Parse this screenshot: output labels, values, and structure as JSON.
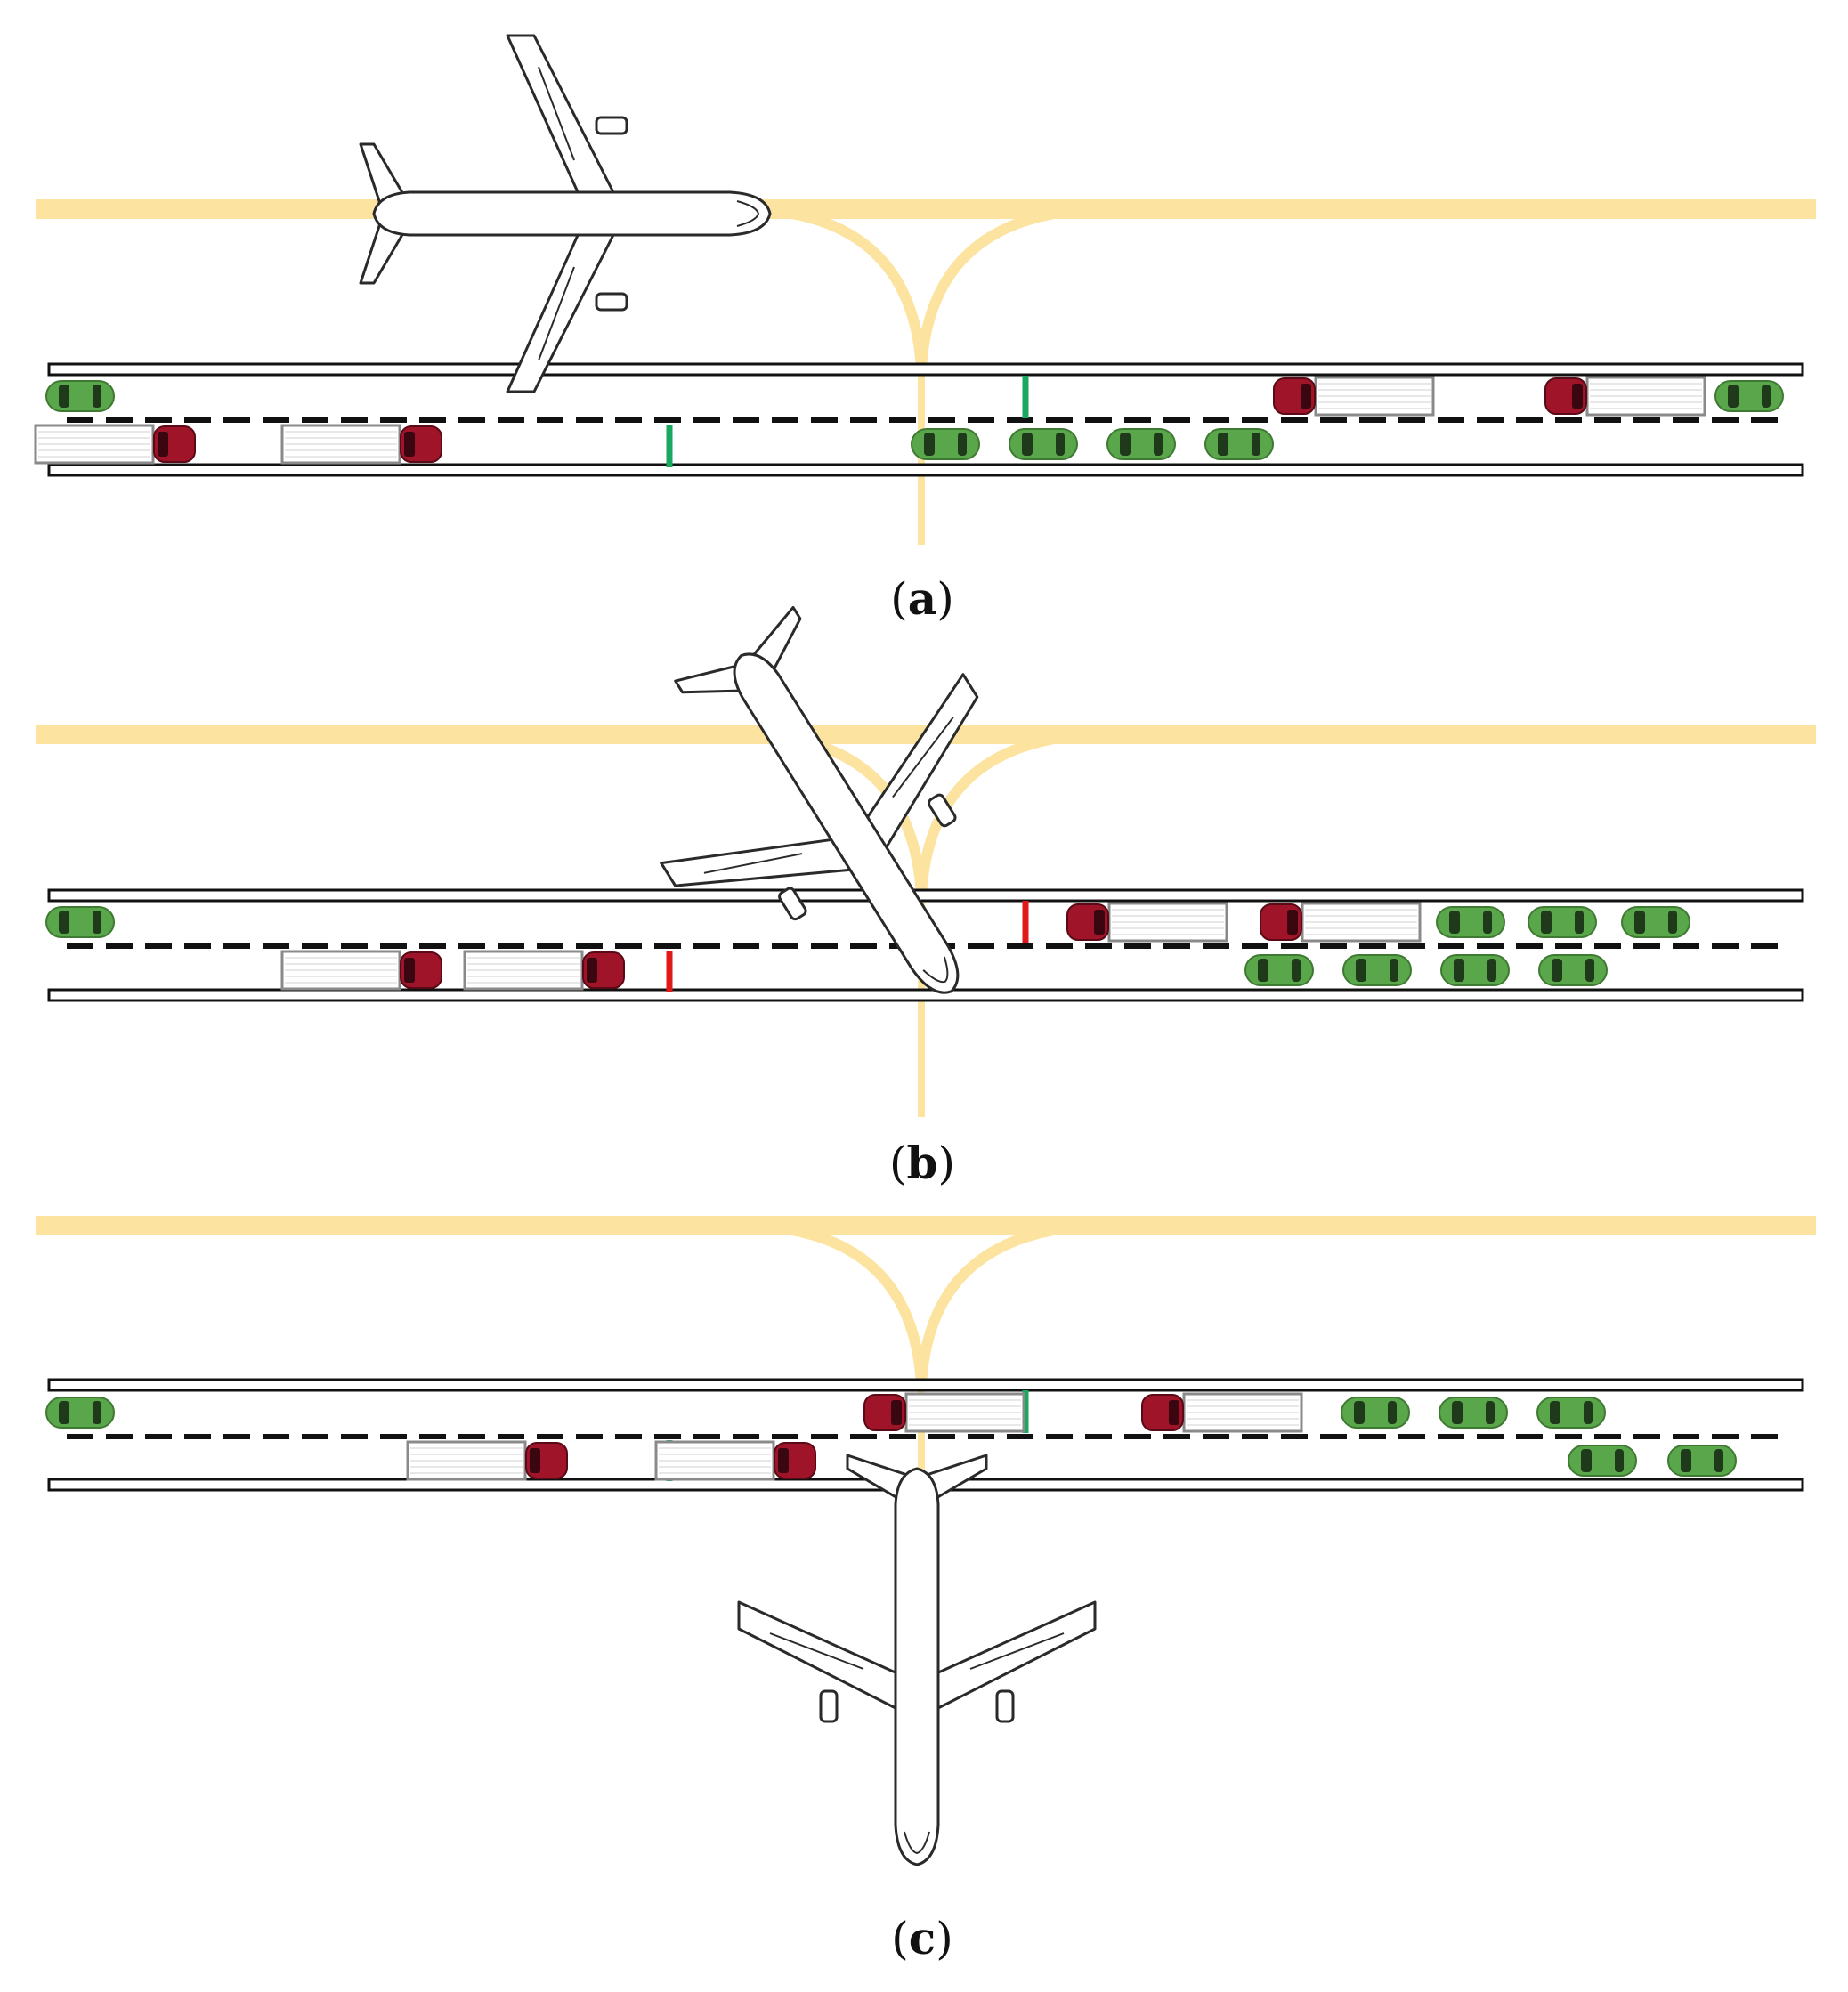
{
  "colors": {
    "taxiway": "#fce4a0",
    "road_edge": "#111111",
    "lane_divider": "#111111",
    "car_body": "#5aa64a",
    "car_window": "#1e3a1a",
    "truck_cab": "#a0142a",
    "truck_box": "#ffffff",
    "truck_box_stroke": "#8a8a8a",
    "signal_green": "#1aa860",
    "signal_red": "#e01818",
    "aircraft_fill": "#ffffff",
    "aircraft_stroke": "#2a2a2a"
  },
  "panels": [
    {
      "id": "a",
      "label_open": "(",
      "label_letter": "a",
      "label_close": ")",
      "aircraft_heading": "east",
      "signals": [
        "green",
        "green"
      ],
      "vehicles": {
        "upper_lane": [
          {
            "kind": "car"
          },
          {
            "kind": "truck",
            "facing": "west"
          },
          {
            "kind": "truck",
            "facing": "west"
          },
          {
            "kind": "car"
          }
        ],
        "lower_lane": [
          {
            "kind": "truck",
            "facing": "east"
          },
          {
            "kind": "truck",
            "facing": "east"
          },
          {
            "kind": "car"
          },
          {
            "kind": "car"
          },
          {
            "kind": "car"
          },
          {
            "kind": "car"
          }
        ]
      }
    },
    {
      "id": "b",
      "label_open": "(",
      "label_letter": "b",
      "label_close": ")",
      "aircraft_heading": "crossing",
      "signals": [
        "red",
        "red"
      ],
      "vehicles": {
        "upper_lane": [
          {
            "kind": "car"
          },
          {
            "kind": "truck",
            "facing": "west"
          },
          {
            "kind": "truck",
            "facing": "west"
          },
          {
            "kind": "car"
          },
          {
            "kind": "car"
          },
          {
            "kind": "car"
          }
        ],
        "lower_lane": [
          {
            "kind": "truck",
            "facing": "east"
          },
          {
            "kind": "truck",
            "facing": "east"
          },
          {
            "kind": "car"
          },
          {
            "kind": "car"
          },
          {
            "kind": "car"
          },
          {
            "kind": "car"
          }
        ]
      }
    },
    {
      "id": "c",
      "label_open": "(",
      "label_letter": "c",
      "label_close": ")",
      "aircraft_heading": "south",
      "signals": [
        "green",
        "green"
      ],
      "vehicles": {
        "upper_lane": [
          {
            "kind": "car"
          },
          {
            "kind": "truck",
            "facing": "west"
          },
          {
            "kind": "truck",
            "facing": "west"
          },
          {
            "kind": "car"
          },
          {
            "kind": "car"
          },
          {
            "kind": "car"
          }
        ],
        "lower_lane": [
          {
            "kind": "truck",
            "facing": "east"
          },
          {
            "kind": "truck",
            "facing": "east"
          },
          {
            "kind": "car"
          },
          {
            "kind": "car"
          }
        ]
      }
    }
  ]
}
